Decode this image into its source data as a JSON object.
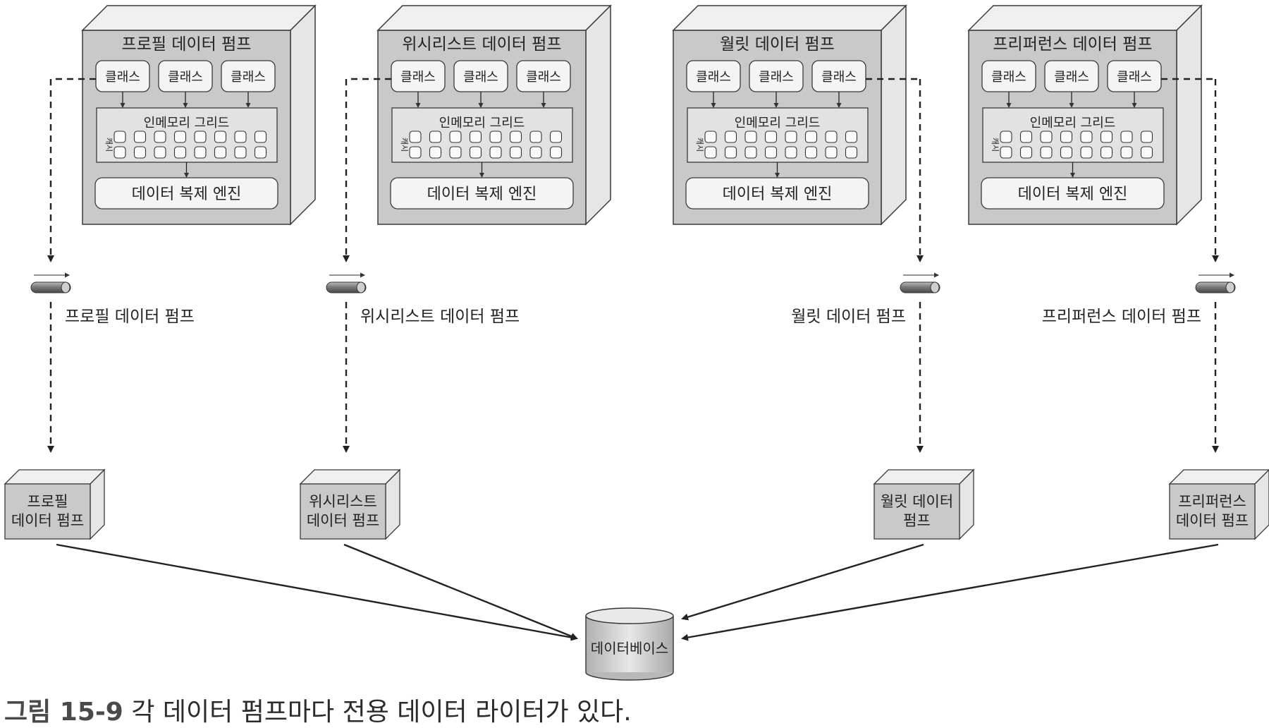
{
  "pumps": [
    {
      "title": "프로필 데이터 펌프",
      "classes": [
        "클래스",
        "클래스",
        "클래스"
      ],
      "grid_label": "인메모리 그리드",
      "cache_label": "캐시",
      "engine_label": "데이터 복제 엔진",
      "topic_label": "프로필 데이터 펌프",
      "writer_label_lines": [
        "프로필",
        "데이터 펌프"
      ]
    },
    {
      "title": "위시리스트 데이터 펌프",
      "classes": [
        "클래스",
        "클래스",
        "클래스"
      ],
      "grid_label": "인메모리 그리드",
      "cache_label": "캐시",
      "engine_label": "데이터 복제 엔진",
      "topic_label": "위시리스트 데이터 펌프",
      "writer_label_lines": [
        "위시리스트",
        "데이터 펌프"
      ]
    },
    {
      "title": "월릿 데이터 펌프",
      "classes": [
        "클래스",
        "클래스",
        "클래스"
      ],
      "grid_label": "인메모리 그리드",
      "cache_label": "캐시",
      "engine_label": "데이터 복제 엔진",
      "topic_label": "월릿 데이터 펌프",
      "writer_label_lines": [
        "월릿 데이터",
        "펌프"
      ]
    },
    {
      "title": "프리퍼런스 데이터 펌프",
      "classes": [
        "클래스",
        "클래스",
        "클래스"
      ],
      "grid_label": "인메모리 그리드",
      "cache_label": "캐시",
      "engine_label": "데이터 복제 엔진",
      "topic_label": "프리퍼런스 데이터 펌프",
      "writer_label_lines": [
        "프리퍼런스",
        "데이터 펌프"
      ]
    }
  ],
  "database_label": "데이터베이스",
  "caption": {
    "label": "그림 15-9",
    "text": "각 데이터 펌프마다 전용 데이터 라이터가 있다."
  },
  "colors": {
    "box_fill": "#c9c9c9",
    "box_side": "#e6e6e6",
    "box_top": "#efefef",
    "stroke": "#3a3a3a",
    "inner_fill": "#f4f4f4"
  }
}
